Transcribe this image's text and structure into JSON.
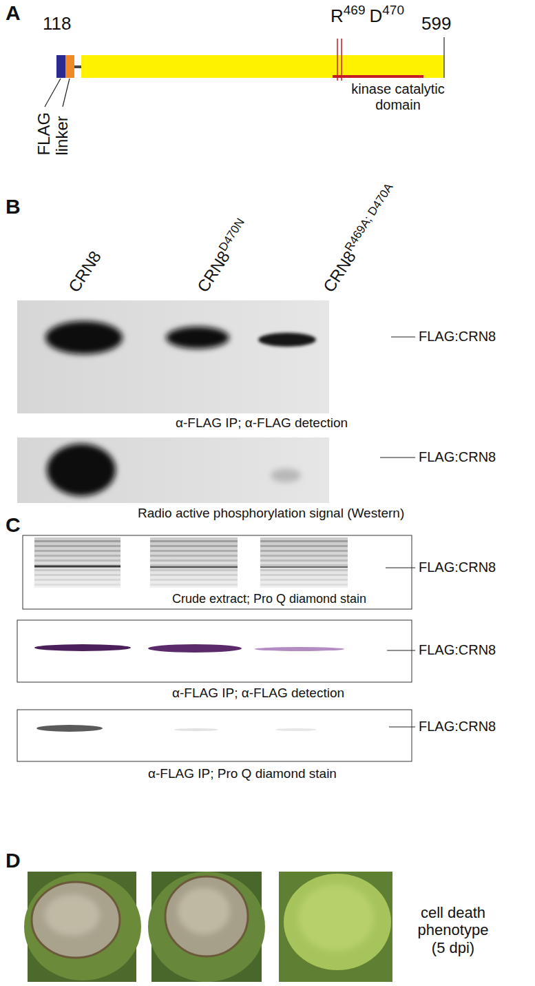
{
  "diagram": {
    "labels": [
      "A",
      "118",
      "R",
      "469",
      "D",
      "470",
      "599",
      "FLAG",
      "linker",
      "kinase catalytic domain",
      "B",
      "CRN8",
      "CRN8",
      "D470N",
      "CRN8",
      "R469A; D470A",
      "FLAG:CRN8",
      "α-FLAG IP; α-FLAG detection",
      "FLAG:CRN8",
      "Radio active phosphorylation signal (Western)",
      "C",
      "FLAG:CRN8",
      "Crude extract; Pro Q diamond stain",
      "FLAG:CRN8",
      "α-FLAG IP; α-FLAG detection",
      "FLAG:CRN8",
      "α-FLAG IP; Pro Q diamond stain",
      "D",
      "cell death phenotype (5 dpi)"
    ]
  }
}
